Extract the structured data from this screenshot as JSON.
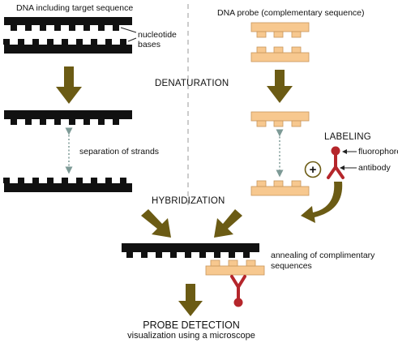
{
  "labels": {
    "dna_target": "DNA including target sequence",
    "dna_probe": "DNA probe (complementary sequence)",
    "nucleotide": "nucleotide",
    "bases": "bases",
    "denaturation": "DENATURATION",
    "separation": "separation of strands",
    "labeling": "LABELING",
    "fluorophore": "fluorophore",
    "antibody": "antibody",
    "hybridization": "HYBRIDIZATION",
    "annealing_1": "annealing of complimentary",
    "annealing_2": "sequences",
    "probe_detection": "PROBE DETECTION",
    "visualization": "visualization using a microscope"
  },
  "plus_symbol": "+",
  "colors": {
    "dna_strand": "#111111",
    "probe_fill": "#f7c88f",
    "probe_stroke": "#c8955a",
    "arrow": "#6b5b14",
    "antibody": "#b5262b",
    "dotted": "#7d9a96",
    "pointer": "#222222"
  },
  "icons": {
    "plus": "circle-plus-icon",
    "antibody": "y-shaped-antibody-icon",
    "fluorophore": "ball-fluorophore-icon"
  }
}
